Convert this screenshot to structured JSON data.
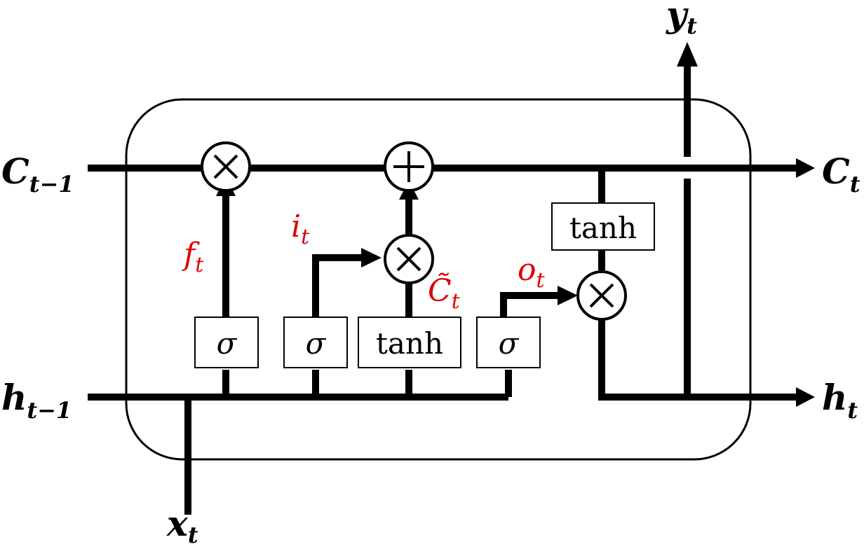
{
  "io": {
    "c_prev": {
      "main": "C",
      "sub": "t−1"
    },
    "c_next": {
      "main": "C",
      "sub": "t"
    },
    "h_prev": {
      "main": "h",
      "sub": "t−1"
    },
    "h_next": {
      "main": "h",
      "sub": "t"
    },
    "x_in": {
      "main": "x",
      "sub": "t"
    },
    "y_out": {
      "main": "y",
      "sub": "t"
    }
  },
  "gates": {
    "forget": "σ",
    "input": "σ",
    "candidate": "tanh",
    "output": "σ",
    "cell_tanh": "tanh"
  },
  "signals": {
    "f": {
      "main": "f",
      "sub": "t"
    },
    "i": {
      "main": "i",
      "sub": "t"
    },
    "c_tilde": {
      "main": "C̃",
      "sub": "t"
    },
    "o": {
      "main": "o",
      "sub": "t"
    }
  },
  "colors": {
    "line": "#000000",
    "signal_label": "#e00000"
  }
}
